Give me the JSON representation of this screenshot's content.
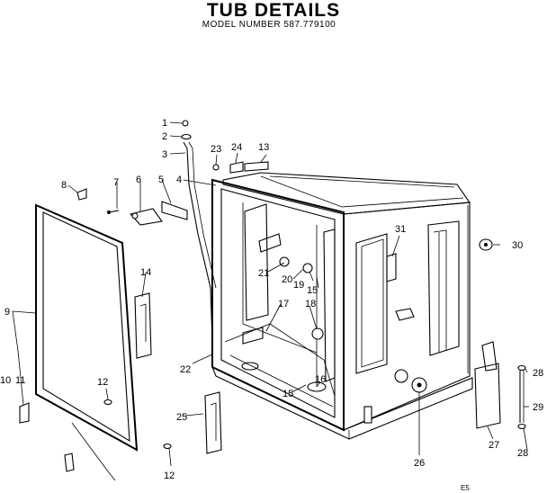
{
  "title": "TUB DETAILS",
  "model_line": "MODEL NUMBER 587.779100",
  "corner_code": "E5",
  "callouts": [
    "1",
    "2",
    "3",
    "4",
    "5",
    "6",
    "7",
    "8",
    "9",
    "10",
    "11",
    "12",
    "12",
    "13",
    "14",
    "15",
    "15",
    "16",
    "17",
    "18",
    "19",
    "20",
    "21",
    "22",
    "23",
    "24",
    "25",
    "26",
    "27",
    "28",
    "28",
    "29",
    "30",
    "31"
  ]
}
